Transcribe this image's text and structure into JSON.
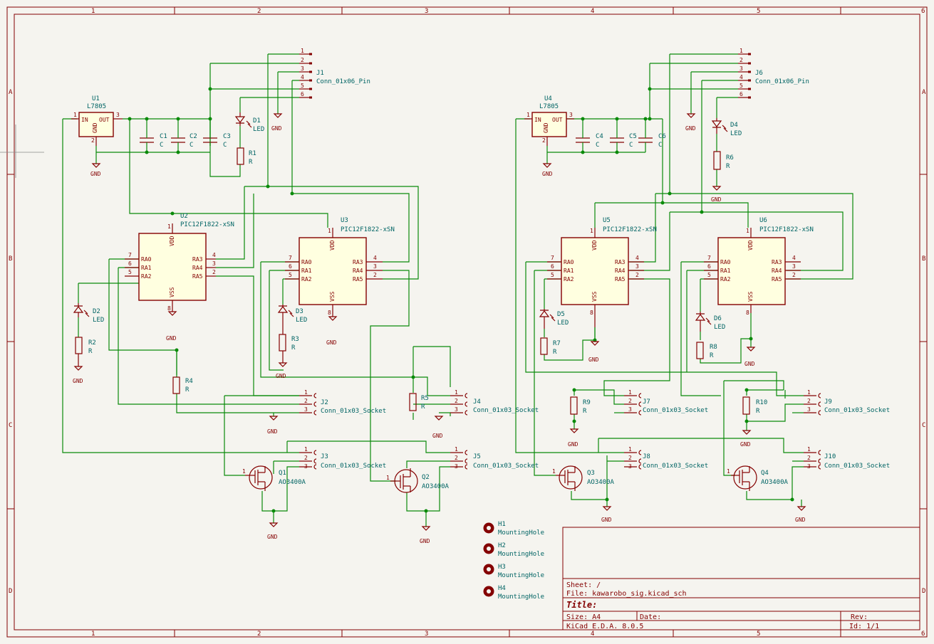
{
  "zones": {
    "columns": [
      "1",
      "2",
      "3",
      "4",
      "5",
      "6"
    ],
    "rows": [
      "A",
      "B",
      "C",
      "D"
    ]
  },
  "title_block": {
    "sheet": "Sheet: /",
    "file": "File: kawarobo_sig.kicad_sch",
    "title": "Title:",
    "size": "Size: A4",
    "date": "Date:",
    "rev": "Rev:",
    "kicad": "KiCad E.D.A. 8.0.5",
    "id": "Id: 1/1"
  },
  "labels": {
    "gnd": "GND",
    "conn6": "Conn_01x06_Pin",
    "conn3": "Conn_01x03_Socket",
    "mcu": "PIC12F1822-xSN",
    "reg": "L7805",
    "fet": "AO3400A",
    "led": "LED",
    "r": "R",
    "c": "C",
    "mh": "MountingHole"
  },
  "pins": {
    "in": "IN",
    "out": "OUT",
    "gnd": "GND",
    "vdd": "VDD",
    "vss": "VSS",
    "ra0": "RA0",
    "ra1": "RA1",
    "ra2": "RA2",
    "ra3": "RA3",
    "ra4": "RA4",
    "ra5": "RA5"
  },
  "refs": {
    "J1": "J1",
    "J2": "J2",
    "J3": "J3",
    "J4": "J4",
    "J5": "J5",
    "J6": "J6",
    "J7": "J7",
    "J8": "J8",
    "J9": "J9",
    "J10": "J10",
    "U1": "U1",
    "U2": "U2",
    "U3": "U3",
    "U4": "U4",
    "U5": "U5",
    "U6": "U6",
    "C1": "C1",
    "C2": "C2",
    "C3": "C3",
    "C4": "C4",
    "C5": "C5",
    "C6": "C6",
    "D1": "D1",
    "D2": "D2",
    "D3": "D3",
    "D4": "D4",
    "D5": "D5",
    "D6": "D6",
    "R1": "R1",
    "R2": "R2",
    "R3": "R3",
    "R4": "R4",
    "R5": "R5",
    "R6": "R6",
    "R7": "R7",
    "R8": "R8",
    "R9": "R9",
    "R10": "R10",
    "Q1": "Q1",
    "Q2": "Q2",
    "Q3": "Q3",
    "Q4": "Q4",
    "H1": "H1",
    "H2": "H2",
    "H3": "H3",
    "H4": "H4"
  },
  "pin_numbers": {
    "p1": "1",
    "p2": "2",
    "p3": "3",
    "p4": "4",
    "p5": "5",
    "p6": "6",
    "p7": "7",
    "p8": "8"
  }
}
